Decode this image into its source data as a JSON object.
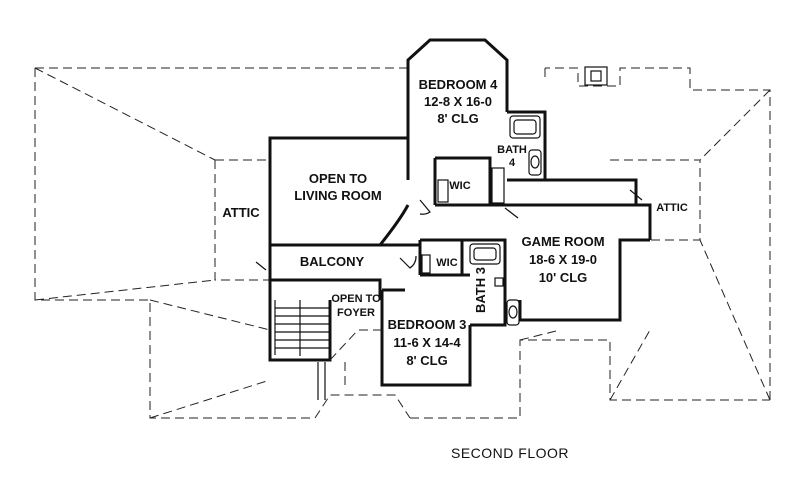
{
  "rooms": {
    "bedroom4": {
      "name": "BEDROOM 4",
      "size": "12-8 X 16-0",
      "ceiling": "8' CLG"
    },
    "bath4": {
      "name": "BATH",
      "number": "4"
    },
    "wic_upper": {
      "name": "WIC"
    },
    "open_living": {
      "line1": "OPEN TO",
      "line2": "LIVING ROOM"
    },
    "attic_left": {
      "name": "ATTIC"
    },
    "attic_right": {
      "name": "ATTIC"
    },
    "game_room": {
      "name": "GAME ROOM",
      "size": "18-6 X 19-0",
      "ceiling": "10' CLG"
    },
    "balcony": {
      "name": "BALCONY"
    },
    "wic_lower": {
      "name": "WIC"
    },
    "bath3": {
      "name": "BATH 3"
    },
    "open_foyer": {
      "line1": "OPEN TO",
      "line2": "FOYER"
    },
    "bedroom3": {
      "name": "BEDROOM 3",
      "size": "11-6 X 14-4",
      "ceiling": "8' CLG"
    }
  },
  "caption": "SECOND FLOOR"
}
